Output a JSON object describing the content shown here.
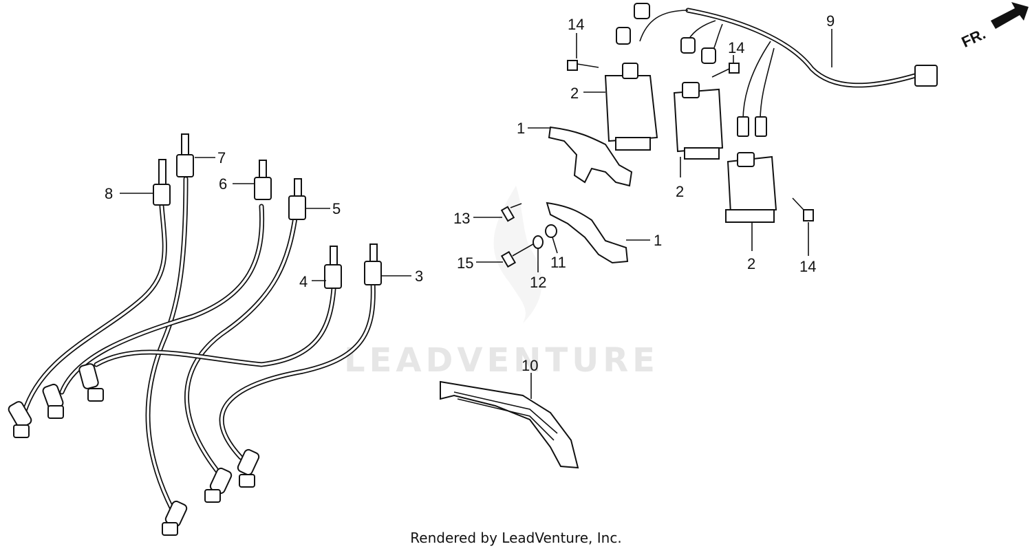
{
  "watermark": "LEADVENTURE",
  "footer": "Rendered by LeadVenture, Inc.",
  "direction_label": "FR.",
  "callouts": {
    "c1a": "1",
    "c1b": "1",
    "c2a": "2",
    "c2b": "2",
    "c2c": "2",
    "c3": "3",
    "c4": "4",
    "c5": "5",
    "c6": "6",
    "c7": "7",
    "c8": "8",
    "c9": "9",
    "c10": "10",
    "c11": "11",
    "c12": "12",
    "c13": "13",
    "c14a": "14",
    "c14b": "14",
    "c14c": "14",
    "c15": "15"
  }
}
